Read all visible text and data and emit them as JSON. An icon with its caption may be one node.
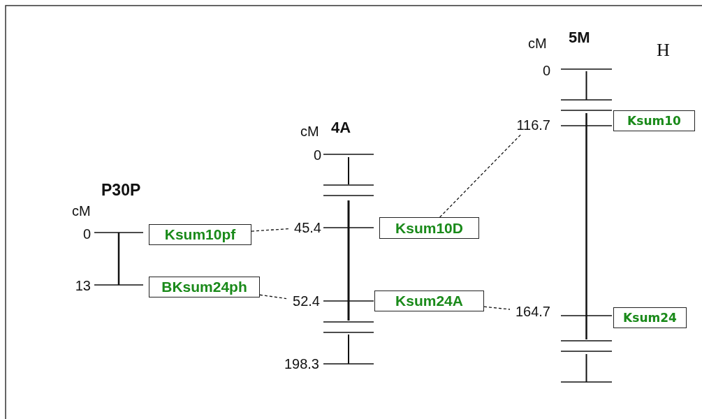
{
  "diagram": {
    "nodes": [
      {
        "text": [
          "Ksum10pf"
        ]
      },
      {
        "text": [
          "BKsum24ph"
        ]
      },
      {
        "text": [
          "45.4"
        ]
      },
      {
        "text": [
          "52.4"
        ]
      },
      {
        "text": [
          "Ksum10D"
        ]
      },
      {
        "text": [
          "Ksum24A"
        ]
      },
      {
        "text": [
          "116.7"
        ]
      },
      {
        "text": [
          "164.7"
        ]
      },
      {
        "text": [
          "Ksum10"
        ]
      },
      {
        "text": [
          "Ksum24"
        ]
      }
    ],
    "edges": [
      {
        "from": 0,
        "to": 2,
        "arrow": "none",
        "style": "dashed"
      },
      {
        "from": 1,
        "to": 3,
        "arrow": "none",
        "style": "dashed"
      },
      {
        "from": 4,
        "to": 6,
        "arrow": "none",
        "style": "dashed"
      },
      {
        "from": 5,
        "to": 7,
        "arrow": "none",
        "style": "dashed"
      }
    ],
    "labels": [
      "cM",
      "5M",
      "H",
      "0",
      "cM",
      "4A",
      "0",
      "P30P",
      "cM",
      "0",
      "13",
      "198.3"
    ]
  }
}
